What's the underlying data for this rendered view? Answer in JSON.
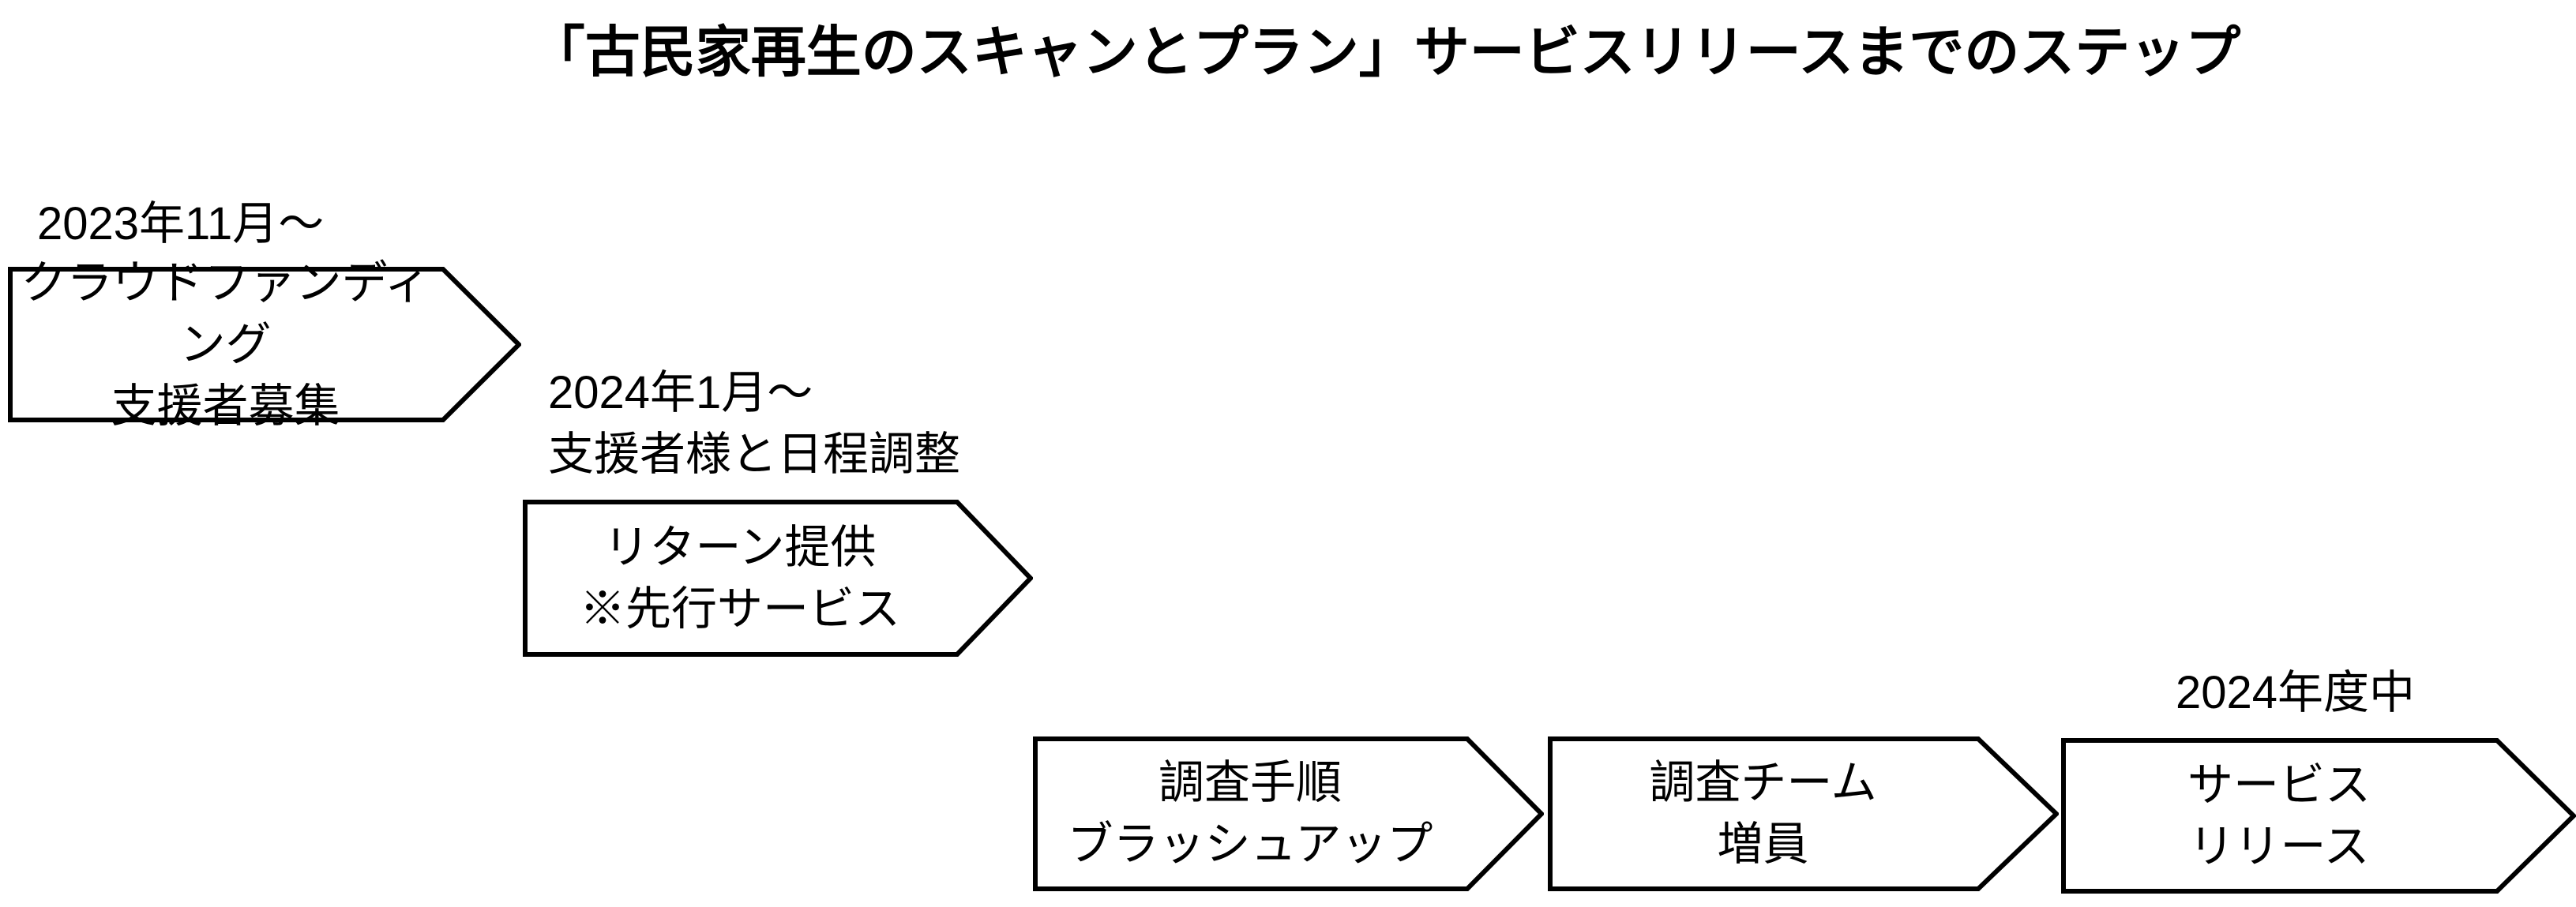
{
  "title": "「古民家再生のスキャンとプラン」サービスリリースまでのステップ",
  "colors": {
    "background": "#ffffff",
    "text": "#000000",
    "arrow_fill": "#ffffff",
    "arrow_border": "#000000"
  },
  "steps": [
    {
      "name": "crowdfunding-recruitment",
      "date_label": "2023年11月～",
      "body_lines": [
        "クラウドファンディング",
        "支援者募集"
      ]
    },
    {
      "name": "return-delivery",
      "date_label": "2024年1月～\n支援者様と日程調整",
      "body_lines": [
        "リターン提供",
        "※先行サービス"
      ]
    },
    {
      "name": "survey-procedure-brushup",
      "date_label": "",
      "body_lines": [
        "調査手順",
        "ブラッシュアップ"
      ]
    },
    {
      "name": "survey-team-expansion",
      "date_label": "",
      "body_lines": [
        "調査チーム",
        "増員"
      ]
    },
    {
      "name": "service-release",
      "date_label": "2024年度中",
      "body_lines": [
        "サービス",
        "リリース"
      ]
    }
  ]
}
